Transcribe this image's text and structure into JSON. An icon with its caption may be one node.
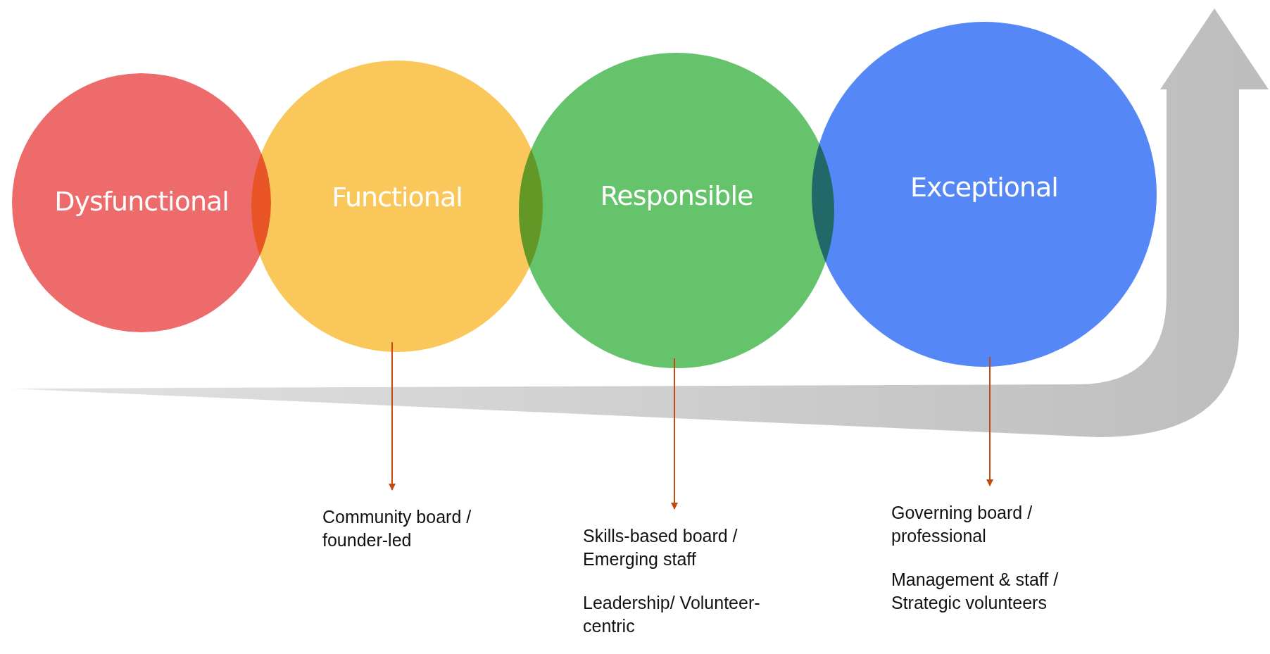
{
  "diagram": {
    "nodes": [
      {
        "text": [
          "Dysfunctional"
        ]
      },
      {
        "text": [
          "Functional"
        ]
      },
      {
        "text": [
          "Responsible"
        ]
      },
      {
        "text": [
          "Exceptional"
        ]
      },
      {
        "text": [
          "Community board / founder-led"
        ]
      },
      {
        "text": [
          "Skills-based board / Emerging staff",
          "Leadership/ Volunteer-centric"
        ]
      },
      {
        "text": [
          "Governing board / professional",
          "Management & staff / Strategic volunteers"
        ]
      }
    ],
    "edges": [
      {
        "from": 1,
        "to": 4,
        "arrow": "to"
      },
      {
        "from": 2,
        "to": 5,
        "arrow": "to"
      },
      {
        "from": 3,
        "to": 6,
        "arrow": "to"
      }
    ]
  }
}
